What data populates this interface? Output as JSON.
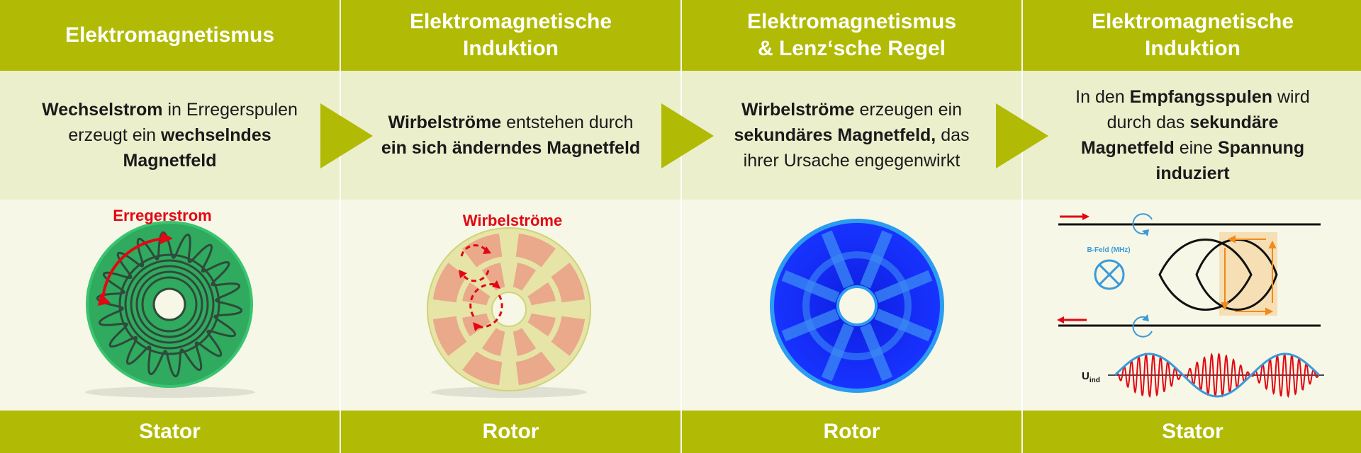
{
  "columns": [
    {
      "header": "Elektromagnetismus",
      "desc": [
        {
          "t": "Wechselstrom",
          "b": true
        },
        {
          "t": " in Erregerspulen erzeugt ein ",
          "b": false
        },
        {
          "t": "wechselndes Magnetfeld",
          "b": true
        }
      ],
      "image_label": "Erregerstrom",
      "footer": "Stator"
    },
    {
      "header": "Elektromagnetische\nInduktion",
      "desc": [
        {
          "t": "Wirbelströme",
          "b": true
        },
        {
          "t": " entstehen durch ",
          "b": false
        },
        {
          "t": "ein sich änderndes Magnetfeld",
          "b": true
        }
      ],
      "image_label": "Wirbelströme",
      "footer": "Rotor"
    },
    {
      "header": "Elektromagnetismus\n& Lenz‘sche Regel",
      "desc": [
        {
          "t": "Wirbelströme",
          "b": true
        },
        {
          "t": " erzeugen ein ",
          "b": false
        },
        {
          "t": "sekundäres Magnetfeld,",
          "b": true
        },
        {
          "t": " das ihrer Ursache engegenwirkt",
          "b": false
        }
      ],
      "footer": "Rotor"
    },
    {
      "header": "Elektromagnetische\nInduktion",
      "desc": [
        {
          "t": "In den ",
          "b": false
        },
        {
          "t": "Empfangsspulen",
          "b": true
        },
        {
          "t": " wird durch das ",
          "b": false
        },
        {
          "t": "sekundäre Magnetfeld",
          "b": true
        },
        {
          "t": " eine ",
          "b": false
        },
        {
          "t": "Spannung induziert",
          "b": true
        }
      ],
      "image_label_bfield": "B-Feld (MHz)",
      "image_label_uind": "U",
      "image_label_uind_sub": "ind",
      "footer": "Stator"
    }
  ],
  "colors": {
    "accent": "#b1bb05",
    "desc_bg": "#ebefcc",
    "image_bg": "#f6f7e7",
    "red": "#e30613",
    "stator_green": "#2fb86a",
    "rotor_copper": "#e9a98a",
    "field_blue": "#1a3cff",
    "signal_blue": "#3a9ad9",
    "orange": "#f08a1c"
  },
  "icons": [
    "chevron-right-arrow",
    "stator-coil-disc",
    "rotor-eddy-disc",
    "magnetic-field-disc",
    "induction-schematic"
  ]
}
